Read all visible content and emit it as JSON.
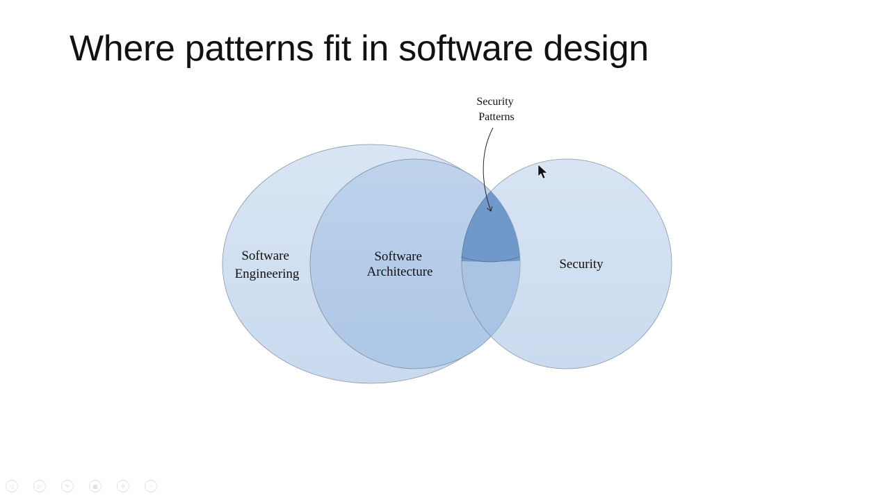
{
  "slide": {
    "title": "Where patterns fit in software design"
  },
  "diagram": {
    "type": "venn",
    "sets": [
      {
        "id": "software-engineering",
        "label_lines": [
          "Software",
          "Engineering"
        ],
        "color": "#d2e0f1"
      },
      {
        "id": "software-architecture",
        "label_lines": [
          "Software",
          "Architecture"
        ],
        "color": "#b6cde9"
      },
      {
        "id": "security",
        "label_lines": [
          "Security"
        ],
        "color": "#d1dff0"
      }
    ],
    "intersection": {
      "id": "security-patterns",
      "color": "#6e98c8",
      "lower_color": "#a8c3e4"
    },
    "callout": {
      "label_lines": [
        "Security",
        "Patterns"
      ]
    }
  },
  "controls": [
    {
      "name": "previous-slide-button",
      "glyph": "◁"
    },
    {
      "name": "next-slide-button",
      "glyph": "▷"
    },
    {
      "name": "pen-button",
      "glyph": "✎"
    },
    {
      "name": "slides-grid-button",
      "glyph": "▦"
    },
    {
      "name": "zoom-button",
      "glyph": "⚲"
    },
    {
      "name": "more-options-button",
      "glyph": "⋯"
    }
  ]
}
